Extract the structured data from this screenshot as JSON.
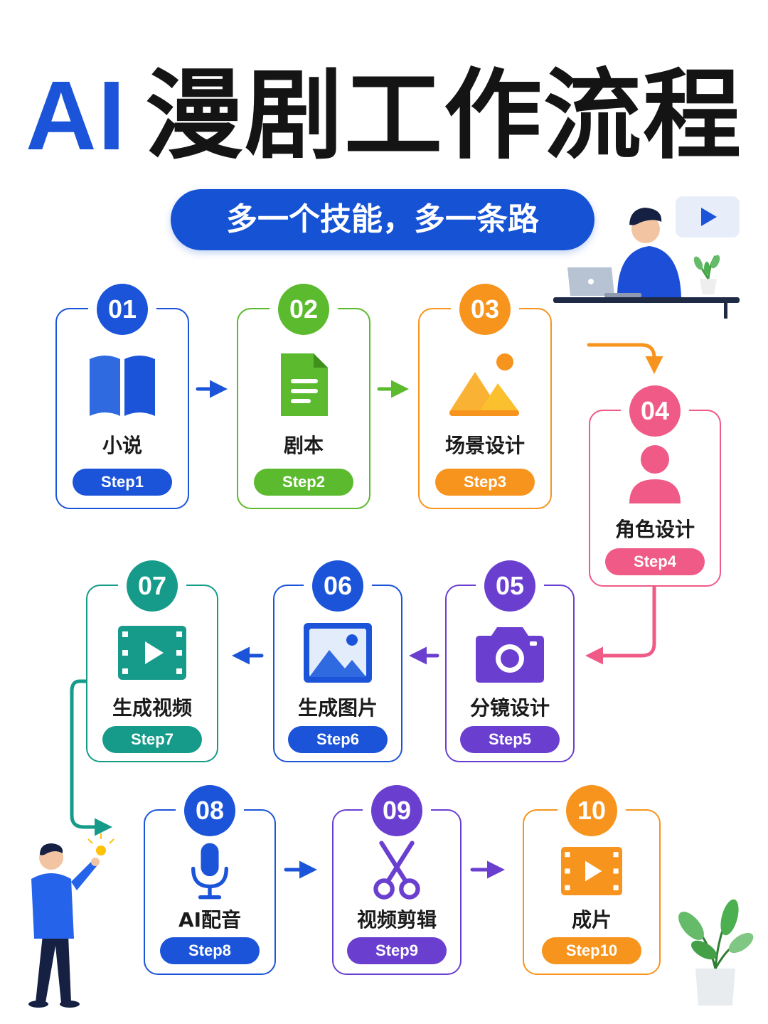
{
  "title": {
    "prefix": "AI",
    "main": "漫剧工作流程"
  },
  "subtitle": "多一个技能，多一条路",
  "colors": {
    "blue": "#1b54d9",
    "green": "#5cba2f",
    "orange": "#f7941d",
    "pink": "#ef5a86",
    "purple": "#6a3fd0",
    "teal": "#169b8a",
    "dark": "#141414"
  },
  "steps": [
    {
      "num": "01",
      "label": "小说",
      "step": "Step1",
      "icon": "book-icon",
      "color": "#1b54d9"
    },
    {
      "num": "02",
      "label": "剧本",
      "step": "Step2",
      "icon": "document-icon",
      "color": "#5cba2f"
    },
    {
      "num": "03",
      "label": "场景设计",
      "step": "Step3",
      "icon": "landscape-icon",
      "color": "#f7941d"
    },
    {
      "num": "04",
      "label": "角色设计",
      "step": "Step4",
      "icon": "person-icon",
      "color": "#ef5a86"
    },
    {
      "num": "05",
      "label": "分镜设计",
      "step": "Step5",
      "icon": "camera-icon",
      "color": "#6a3fd0"
    },
    {
      "num": "06",
      "label": "生成图片",
      "step": "Step6",
      "icon": "image-icon",
      "color": "#1b54d9"
    },
    {
      "num": "07",
      "label": "生成视频",
      "step": "Step7",
      "icon": "video-icon",
      "color": "#169b8a"
    },
    {
      "num": "08",
      "label": "AI配音",
      "step": "Step8",
      "icon": "microphone-icon",
      "color": "#1b54d9"
    },
    {
      "num": "09",
      "label": "视频剪辑",
      "step": "Step9",
      "icon": "scissors-icon",
      "color": "#6a3fd0"
    },
    {
      "num": "10",
      "label": "成片",
      "step": "Step10",
      "icon": "film-icon",
      "color": "#f7941d"
    }
  ]
}
